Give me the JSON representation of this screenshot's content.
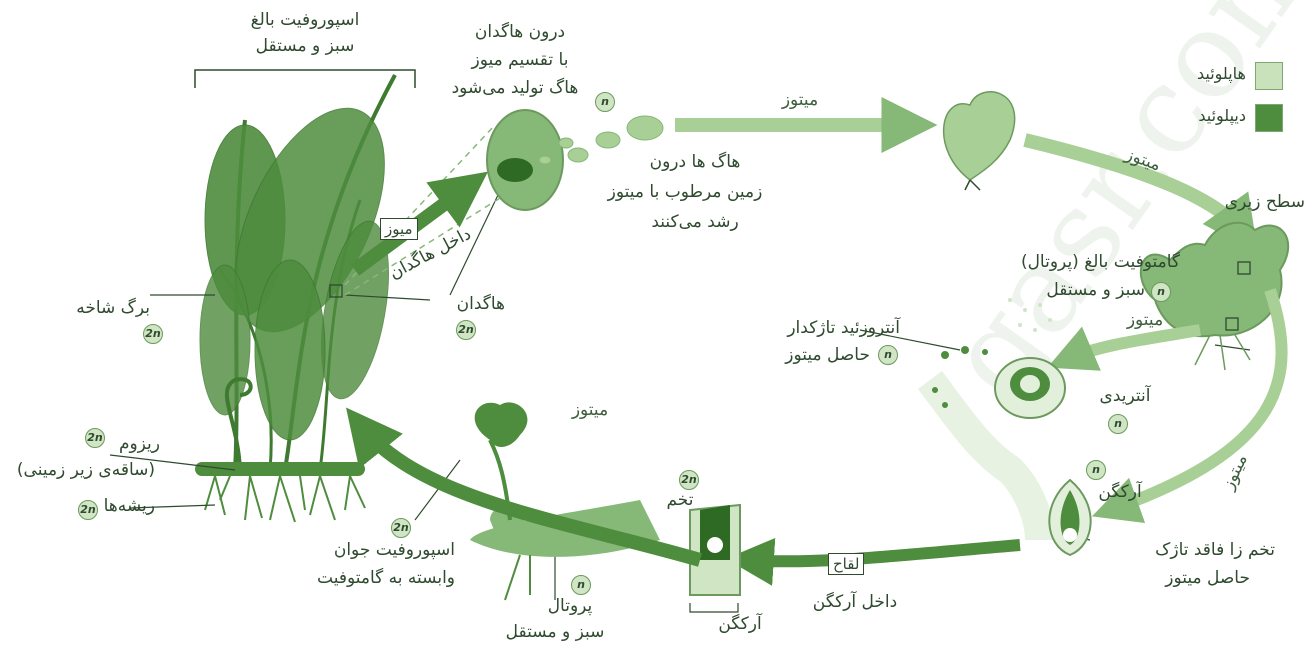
{
  "watermark": "gasr.com",
  "legend": {
    "haploid_label": "هاپلوئید",
    "diploid_label": "دیپلوئید",
    "haploid_color": "#c9e2bc",
    "diploid_color": "#4e8c3e"
  },
  "ploidy": {
    "n": "n",
    "two_n": "2n"
  },
  "labels": {
    "sporophyte_title": "اسپوروفیت بالغ",
    "sporophyte_sub": "سبز و مستقل",
    "sporangium_meiosis_1": "درون هاگدان",
    "sporangium_meiosis_2": "با تقسیم میوز",
    "sporangium_meiosis_3": "هاگ تولید می‌شود",
    "spores_1": "هاگ ها درون",
    "spores_2": "زمین مرطوب با میتوز",
    "spores_3": "رشد می‌کنند",
    "mitosis_top": "میتوز",
    "mitosis_right": "میتوز",
    "lower_surface": "سطح زیری",
    "gametophyte_1": "گامتوفیت بالغ (پروتال)",
    "gametophyte_2": "سبز و مستقل",
    "mitosis_antheridium": "میتوز",
    "antherozoid_1": "آنتروزئید تاژکدار",
    "antherozoid_2": "حاصل میتوز",
    "antheridium": "آنتریدی",
    "archegonium_right": "آرکگن",
    "egg_1": "تخم زا فاقد تاژک",
    "egg_2": "حاصل میتوز",
    "mitosis_archegonium": "میتوز",
    "fertilization": "لقاح",
    "inside_archegonium": "داخل آرکگن",
    "zygote": "تخم",
    "archegonium_bottom": "آرکگن",
    "prothallus_1": "پروتال",
    "prothallus_2": "سبز و مستقل",
    "young_sporophyte_1": "اسپوروفیت جوان",
    "young_sporophyte_2": "وابسته به گامتوفیت",
    "mitosis_bottom": "میتوز",
    "frond": "برگ شاخه",
    "rhizome_1": "ریزوم",
    "rhizome_2": "(ساقه‌ی زیر زمینی)",
    "roots": "ریشه‌ها",
    "sporangium": "هاگدان",
    "meiosis_box": "میوز",
    "inside_sporangium": "داخل هاگدان"
  }
}
